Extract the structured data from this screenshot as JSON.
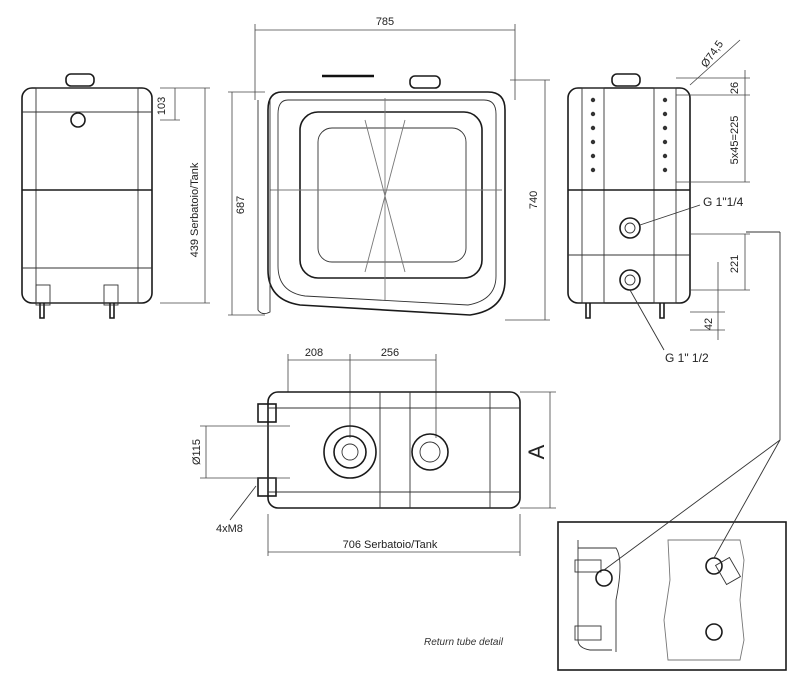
{
  "dimensions": {
    "overall_width": "785",
    "height_left": "687",
    "height_right": "740",
    "side_top": "103",
    "side_height_tank": "439  Serbatoio/Tank",
    "diameter_top": "Ø74,5",
    "right_top": "26",
    "right_holes": "5x45=225",
    "right_mid": "221",
    "right_bottom": "42",
    "bottom_left": "208",
    "bottom_right": "256",
    "bottom_diameter": "Ø115",
    "bottom_tank": "706  Serbatoio/Tank",
    "bottom_depth": "A"
  },
  "labels": {
    "port_upper": "G 1\"1/4",
    "port_lower": "G 1\" 1/2",
    "bolts": "4xM8",
    "detail_caption": "Return tube detail"
  }
}
